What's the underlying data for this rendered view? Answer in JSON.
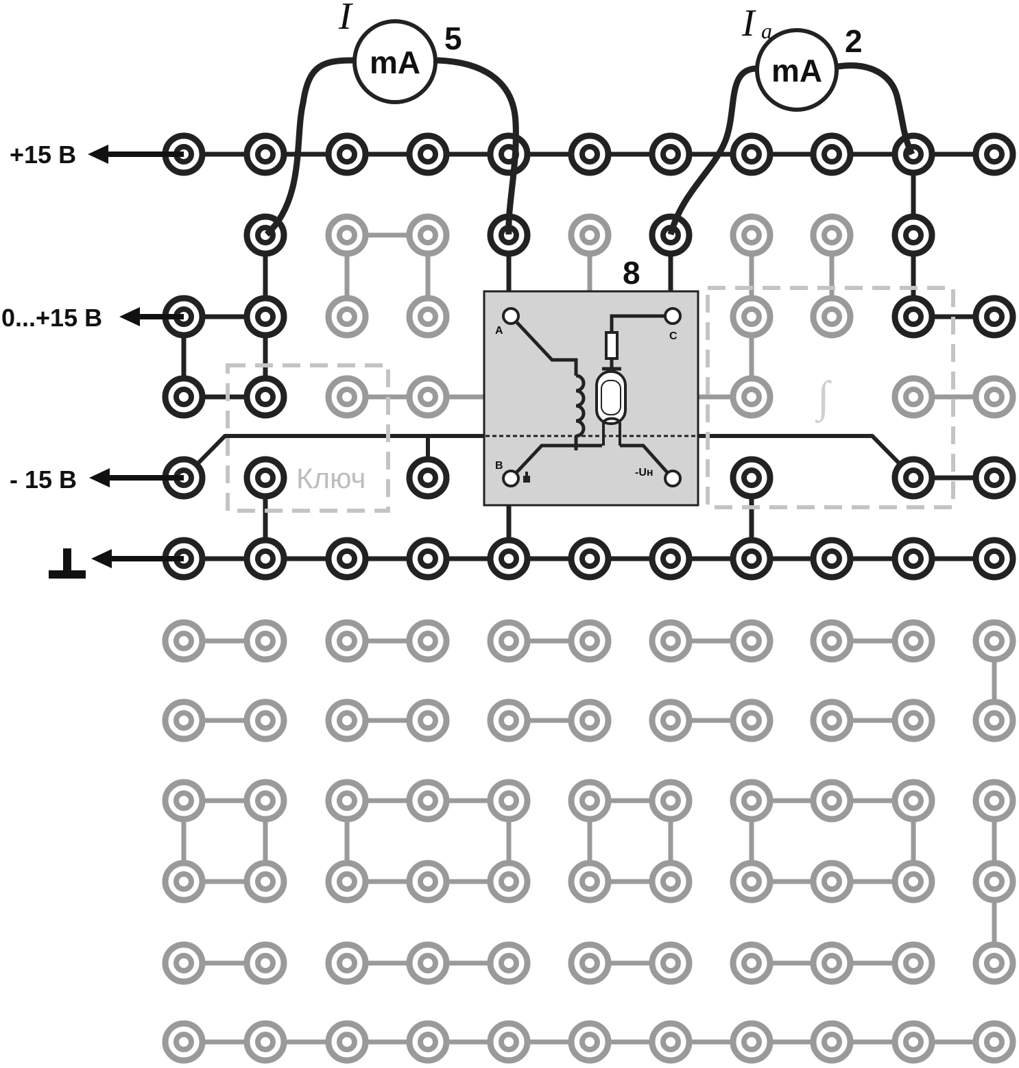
{
  "rails": {
    "plus15": "+15 В",
    "var15": "0...+15 В",
    "minus15": "- 15 В",
    "ground_icon": "ground-symbol-icon"
  },
  "meters": {
    "m5": {
      "unit": "mA",
      "number": "5",
      "symbol": "I",
      "subscript": ""
    },
    "m2": {
      "unit": "mA",
      "number": "2",
      "symbol": "I",
      "subscript": "a"
    }
  },
  "module8": {
    "number": "8",
    "pin_a": "A",
    "pin_b": "B",
    "pin_c": "C",
    "pin_uh": "-Uн"
  },
  "ghost_modules": {
    "key": "Ключ",
    "integrator": "∫"
  }
}
